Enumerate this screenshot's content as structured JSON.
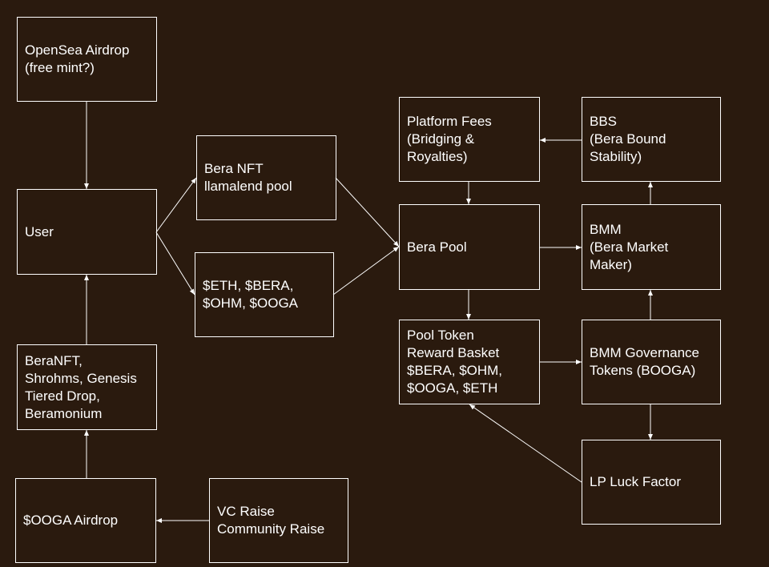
{
  "diagram": {
    "background_color": "#2a1a0e",
    "line_color": "#ffffff",
    "nodes": {
      "opensea_airdrop": "OpenSea Airdrop\n(free mint?)",
      "user": "User",
      "bera_nft_llamalend": "Bera NFT\nllamalend pool",
      "tokens_pool_input": "$ETH, $BERA,\n$OHM, $OOGA",
      "beranft_drops": "BeraNFT,\nShrohms, Genesis\nTiered Drop,\nBeramonium",
      "ooga_airdrop": "$OOGA Airdrop",
      "vc_raise": "VC Raise\nCommunity Raise",
      "platform_fees": "Platform Fees\n(Bridging &\nRoyalties)",
      "bbs": "BBS\n(Bera Bound\nStability)",
      "bera_pool": "Bera Pool",
      "bmm": "BMM\n(Bera Market\nMaker)",
      "pool_token_reward": "Pool Token\nReward Basket\n$BERA, $OHM,\n$OOGA, $ETH",
      "bmm_governance": "BMM Governance\nTokens (BOOGA)",
      "lp_luck_factor": "LP Luck Factor"
    }
  }
}
